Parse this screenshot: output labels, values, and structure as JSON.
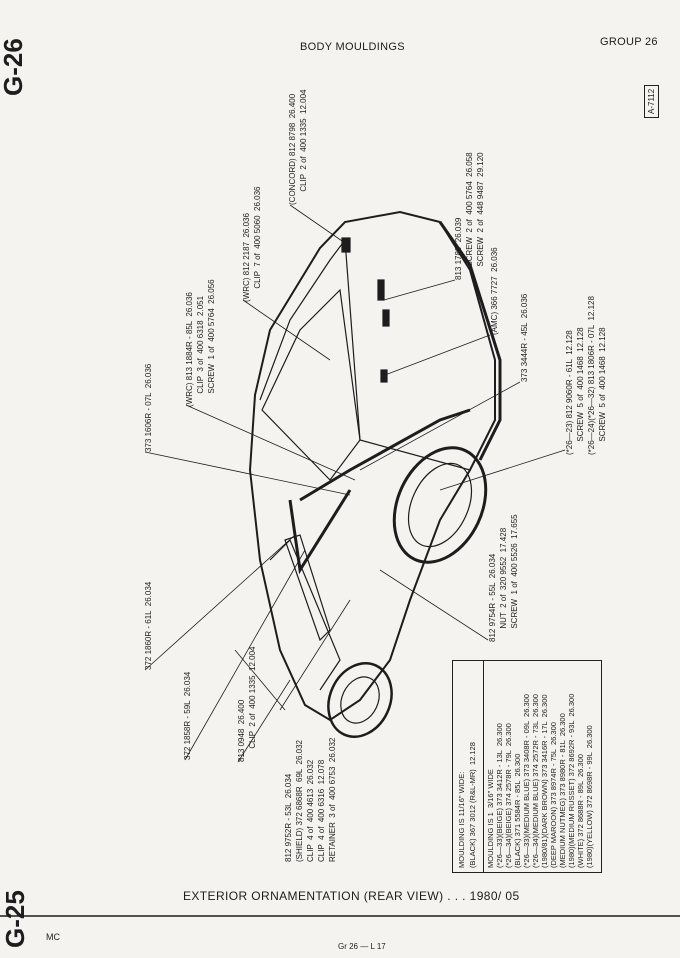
{
  "header": {
    "page_code_top": "G-26",
    "title": "BODY MOULDINGS",
    "group": "GROUP 26",
    "illustration_ref": "A-7112"
  },
  "callouts": {
    "concord": [
      "(CONCORD) 812 8798  26.400",
      "      CLIP  2 of  400 1335  12.004"
    ],
    "rear_813_1789": [
      "813 1789  26.039",
      "      SCREW  2 of  400 5764  26.058",
      "      SCREW  2 of  448 9487  29.120"
    ],
    "amc": [
      "(AMC) 366 7727  26.036"
    ],
    "m373_3444": [
      "373 3444R - 45L  26.036"
    ],
    "m26_23": [
      "(*26—23) 812 9060R - 61L  12.128",
      "      SCREW  5 of  400 1468  12.128",
      "(*26—24)(*26—32) 813 1806R - 07L  12.128",
      "      SCREW  5 of  400 1468  12.128"
    ],
    "wrc_812_2187": [
      "(WRC) 812 2187  26.036",
      "      CLIP  7 of  400 5060  26.036"
    ],
    "wrc_813_1884": [
      "(WRC) 813 1884R - 85L  26.036",
      "      CLIP  3 of  400 6318  2.051",
      "      SCREW  1 of  400 5764  26.056"
    ],
    "m373_1606": [
      "373 1606R - 07L  26.036"
    ],
    "m372_1860": [
      "372 1860R - 61L  26.034"
    ],
    "m372_1858": [
      "372 1858R - 59L  26.034"
    ],
    "m813_0948": [
      "813 0948  26.400",
      "      CLIP  2 of  400 1335  12.004"
    ],
    "m812_9752": [
      "812 9752R - 53L  26.034",
      "(SHIELD) 372 6868R  69L  26.032",
      "CLIP  4 of  400 4613  26.032",
      "CLIP  4 of  400 6316  12.078",
      "RETAINER  3 of  400 6753  26.032"
    ],
    "m812_9754": [
      "812 9754R - 55L  26.034",
      "      NUT  2 of  320 9552  17.428",
      "      SCREW  1 of  400 5526  17.655"
    ]
  },
  "moulding_table": {
    "narrow": [
      "MOULDING IS 11/16\" WIDE:",
      "(BLACK) 367 3012 (R&L-MR)  12.128"
    ],
    "wide": [
      "MOULDING IS 1  3/16\" WIDE",
      "(*26—33)(BEIGE) 373 3412R - 13L  26.300",
      "(*26—34)(BEIGE) 374 2578R - 79L  26.300",
      "(BLACK) 371 5584R - 85L  26.300",
      "(*26—33)(MEDIUM BLUE) 373 3408R - 09L  26.300",
      "(*26—34)(MEDIUM BLUE) 374 2572R - 73L  26.300",
      "(1980/81)(DARK BROWN) 373 3416R - 17L  26.300",
      "(DEEP MAROON) 373 8974R - 75L  26.300",
      "(MEDIUM NUTMEG) 373 8980R - 81L  26.300",
      "(1980)(MEDIUM RUSSET) 372 8692R - 93L  26.300",
      "(WHITE) 372 8688R - 89L  26.300",
      "(1980)(YELLOW) 372 8698R - 99L  26.300"
    ]
  },
  "footer": {
    "page_code_bottom": "G-25",
    "caption": "EXTERIOR ORNAMENTATION (REAR VIEW) . . . 1980/ 05",
    "corner": "MC",
    "page_ref": "Gr 26 — L 17"
  }
}
